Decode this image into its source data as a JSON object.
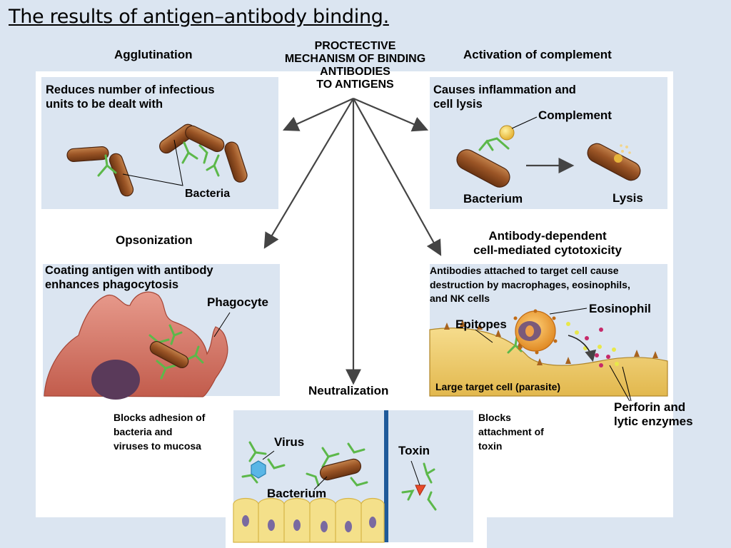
{
  "title": "The results of antigen–antibody binding.",
  "center": {
    "line1": "PROCTECTIVE",
    "line2": "MECHANISM OF BINDING",
    "line3": "ANTIBODIES",
    "line4": "TO ANTIGENS"
  },
  "agglutination": {
    "heading": "Agglutination",
    "desc_line1": "Reduces number of infectious",
    "desc_line2": "units to be dealt with",
    "label_bacteria": "Bacteria"
  },
  "complement": {
    "heading": "Activation of complement",
    "desc_line1": "Causes inflammation and",
    "desc_line2": "cell lysis",
    "label_complement": "Complement",
    "label_bacterium": "Bacterium",
    "label_lysis": "Lysis"
  },
  "opsonization": {
    "heading": "Opsonization",
    "desc_line1": "Coating antigen with antibody",
    "desc_line2": "enhances phagocytosis",
    "label_phagocyte": "Phagocyte"
  },
  "adcc": {
    "heading_line1": "Antibody-dependent",
    "heading_line2": "cell-mediated cytotoxicity",
    "desc_line1": "Antibodies attached to target cell cause",
    "desc_line2": "destruction by macrophages, eosinophils,",
    "desc_line3": "and NK cells",
    "label_eosinophil": "Eosinophil",
    "label_epitopes": "Epitopes",
    "label_target": "Large target cell (parasite)",
    "label_perforin_line1": "Perforin and",
    "label_perforin_line2": "lytic enzymes"
  },
  "neutralization": {
    "heading": "Neutralization",
    "left_line1": "Blocks adhesion of",
    "left_line2": "bacteria and",
    "left_line3": "viruses to mucosa",
    "right_line1": "Blocks",
    "right_line2": "attachment of",
    "right_line3": "toxin",
    "label_virus": "Virus",
    "label_bacterium": "Bacterium",
    "label_toxin": "Toxin"
  },
  "colors": {
    "background": "#dbe5f1",
    "bacterium": "#8b4a1e",
    "antibody": "#5cb84a",
    "phagocyte": "#d8766a",
    "target_cell": "#eac46a",
    "divider": "#1f5a9a"
  }
}
